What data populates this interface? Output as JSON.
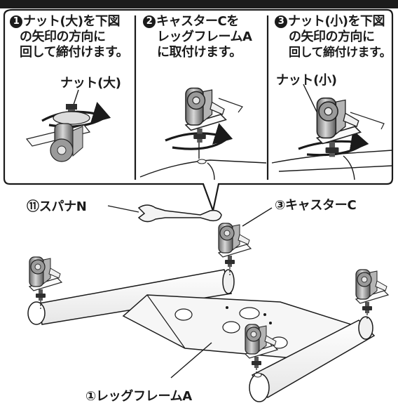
{
  "steps": [
    {
      "number": "1",
      "lines": [
        "ナット(大)を下図",
        "の矢印の方向に",
        "回して締付けます。"
      ]
    },
    {
      "number": "2",
      "lines": [
        "キャスターCを",
        "レッグフレームA",
        "に取付けます。"
      ]
    },
    {
      "number": "3",
      "lines": [
        "ナット(小)を下図",
        "の矢印の方向に",
        "回して締付けます。"
      ]
    }
  ],
  "callouts": {
    "nut_large": "ナット(大)",
    "nut_small": "ナット(小)"
  },
  "parts": {
    "wrench": "⑪スパナN",
    "caster": "③キャスターC",
    "leg_frame": "①レッグフレームA"
  }
}
